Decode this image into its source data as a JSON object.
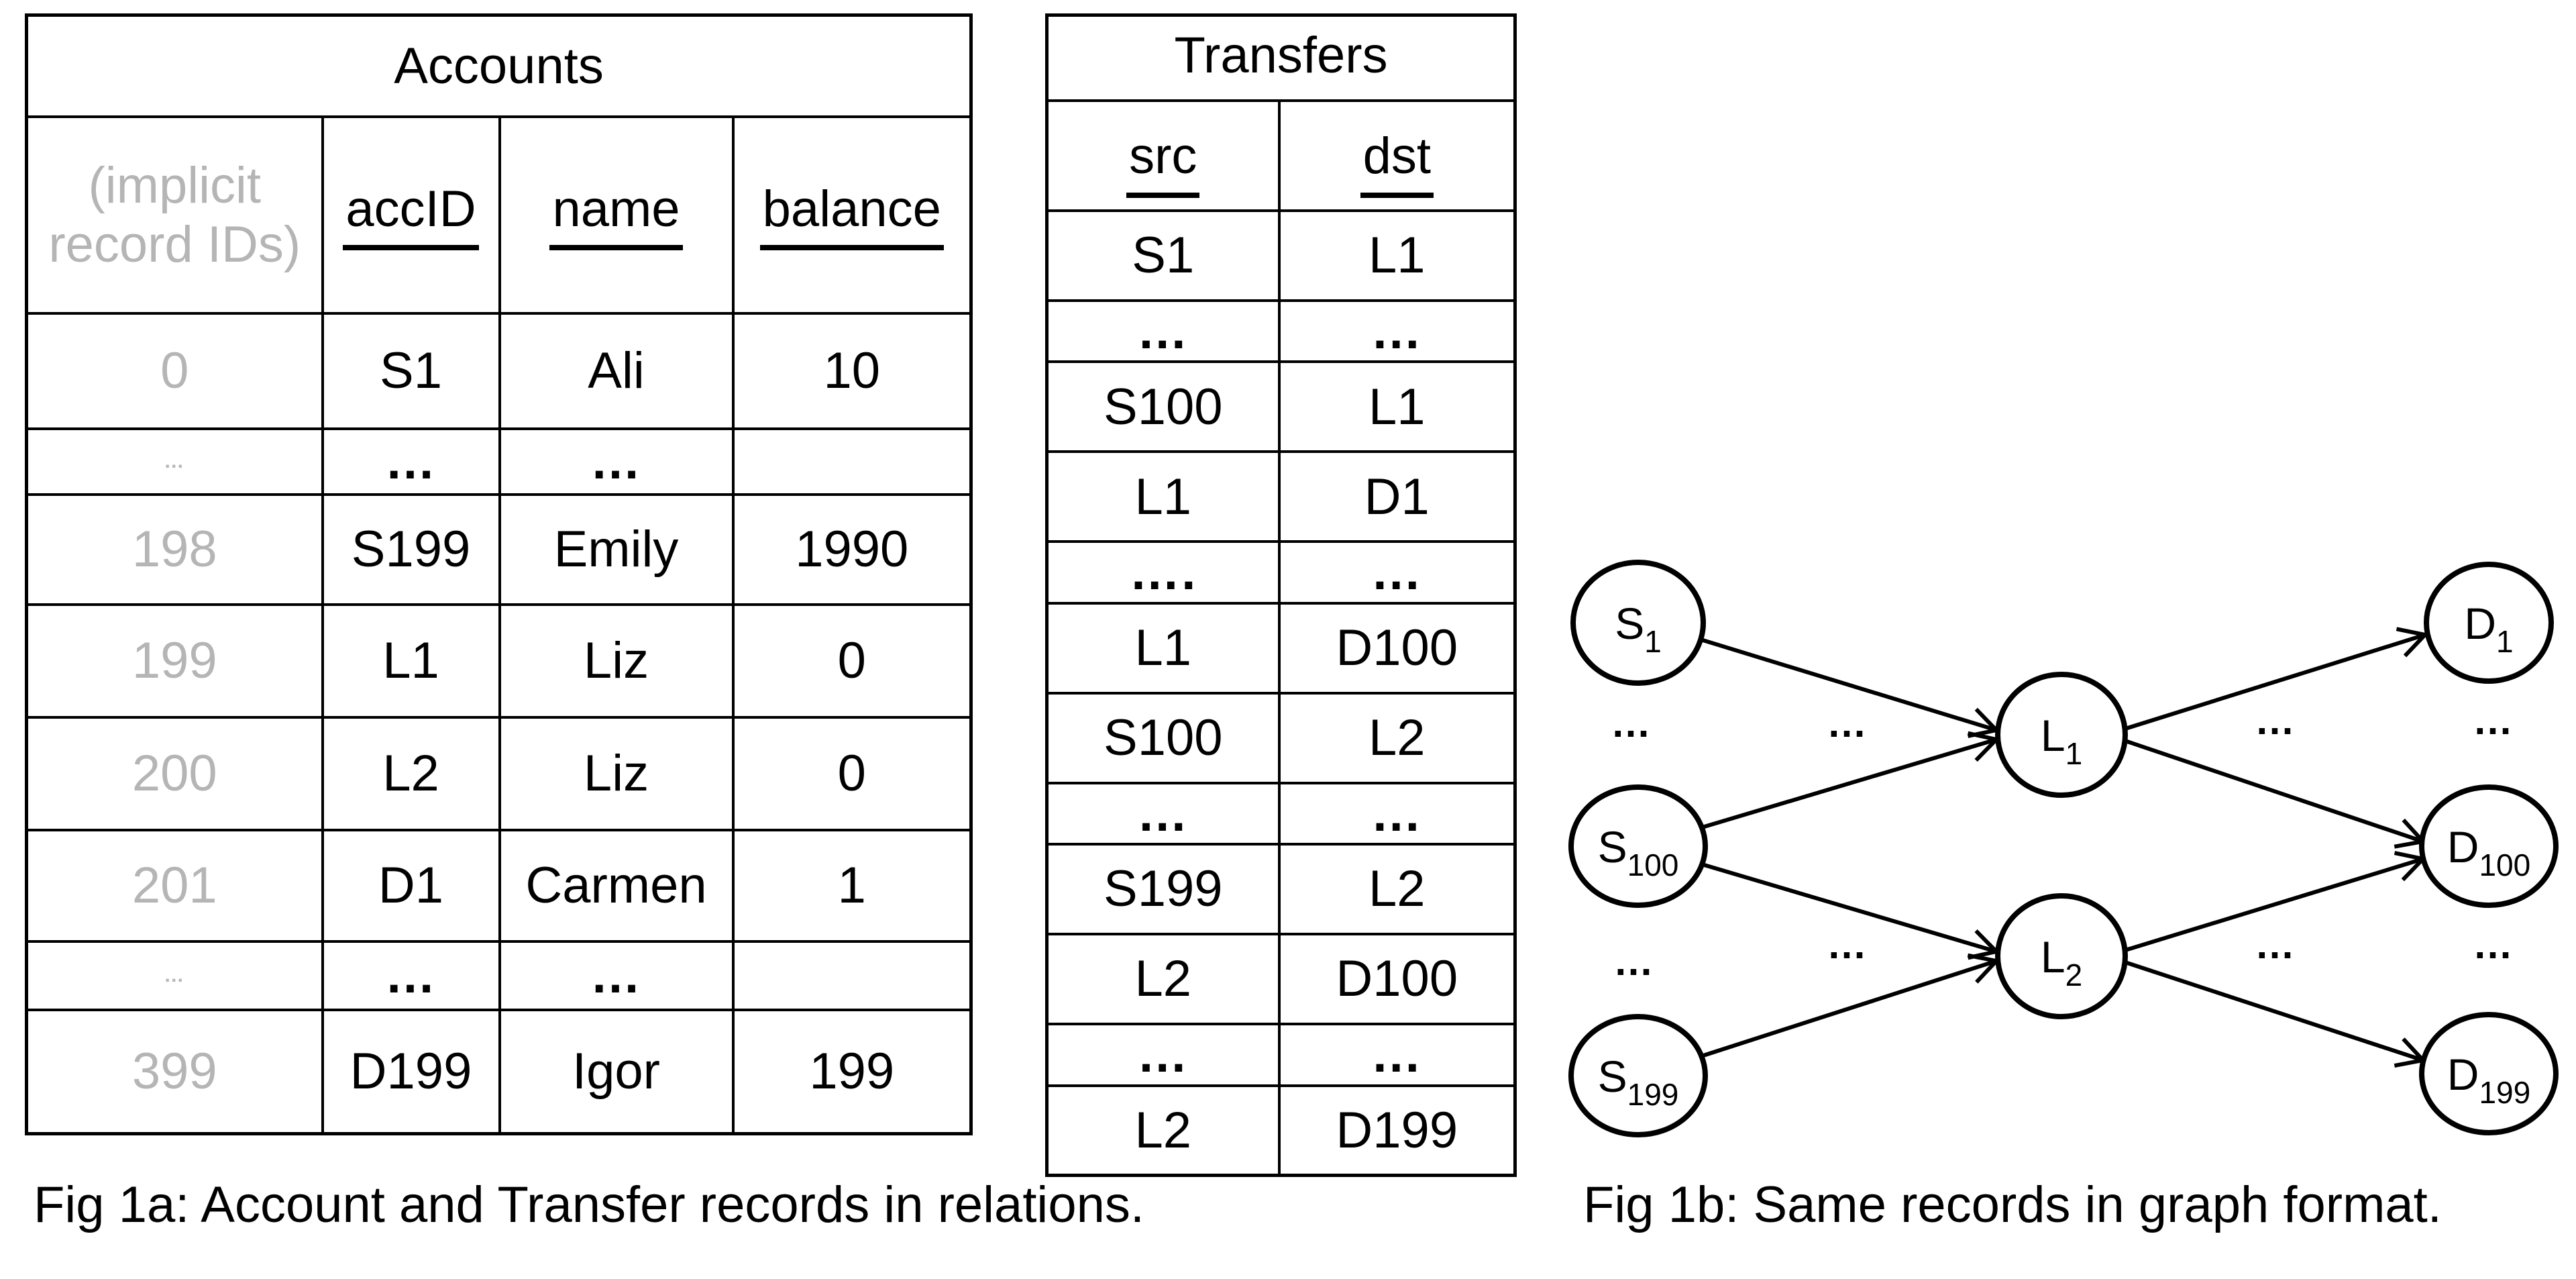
{
  "colors": {
    "black": "#000000",
    "gray_muted": "#b5b5b5",
    "background": "#ffffff"
  },
  "captions": {
    "fig1a": "Fig 1a: Account and Transfer records in relations.",
    "fig1b": "Fig 1b: Same records in graph format."
  },
  "accounts": {
    "title": "Accounts",
    "header": {
      "implicit_note": "(implicit record IDs)",
      "accID": "accID",
      "name": "name",
      "balance": "balance"
    },
    "rows": [
      {
        "rid": "0",
        "accID": "S1",
        "name": "Ali",
        "balance": "10",
        "kind": "data"
      },
      {
        "rid": "…",
        "accID": "…",
        "name": "…",
        "balance": "",
        "kind": "dots"
      },
      {
        "rid": "198",
        "accID": "S199",
        "name": "Emily",
        "balance": "1990",
        "kind": "data"
      },
      {
        "rid": "199",
        "accID": "L1",
        "name": "Liz",
        "balance": "0",
        "kind": "data"
      },
      {
        "rid": "200",
        "accID": "L2",
        "name": "Liz",
        "balance": "0",
        "kind": "data"
      },
      {
        "rid": "201",
        "accID": "D1",
        "name": "Carmen",
        "balance": "1",
        "kind": "data"
      },
      {
        "rid": "…",
        "accID": "…",
        "name": "…",
        "balance": "",
        "kind": "dots"
      },
      {
        "rid": "399",
        "accID": "D199",
        "name": "Igor",
        "balance": "199",
        "kind": "data"
      }
    ]
  },
  "transfers": {
    "title": "Transfers",
    "header": {
      "src": "src",
      "dst": "dst"
    },
    "rows": [
      {
        "src": "S1",
        "dst": "L1",
        "kind": "data"
      },
      {
        "src": "…",
        "dst": "…",
        "kind": "dots"
      },
      {
        "src": "S100",
        "dst": "L1",
        "kind": "data"
      },
      {
        "src": "L1",
        "dst": "D1",
        "kind": "data"
      },
      {
        "src": "….",
        "dst": "…",
        "kind": "dots"
      },
      {
        "src": "L1",
        "dst": "D100",
        "kind": "data"
      },
      {
        "src": "S100",
        "dst": "L2",
        "kind": "data"
      },
      {
        "src": "…",
        "dst": "…",
        "kind": "dots"
      },
      {
        "src": "S199",
        "dst": "L2",
        "kind": "data"
      },
      {
        "src": "L2",
        "dst": "D100",
        "kind": "data"
      },
      {
        "src": "…",
        "dst": "…",
        "kind": "dots"
      },
      {
        "src": "L2",
        "dst": "D199",
        "kind": "data"
      }
    ]
  },
  "graph": {
    "ellipsis": "…",
    "nodes": [
      {
        "id": "S1",
        "main": "S",
        "sub": "1"
      },
      {
        "id": "S100",
        "main": "S",
        "sub": "100"
      },
      {
        "id": "S199",
        "main": "S",
        "sub": "199"
      },
      {
        "id": "L1",
        "main": "L",
        "sub": "1"
      },
      {
        "id": "L2",
        "main": "L",
        "sub": "2"
      },
      {
        "id": "D1",
        "main": "D",
        "sub": "1"
      },
      {
        "id": "D100",
        "main": "D",
        "sub": "100"
      },
      {
        "id": "D199",
        "main": "D",
        "sub": "199"
      }
    ],
    "edges": [
      {
        "from": "S1",
        "to": "L1"
      },
      {
        "from": "S100",
        "to": "L1"
      },
      {
        "from": "S100",
        "to": "L2"
      },
      {
        "from": "S199",
        "to": "L2"
      },
      {
        "from": "L1",
        "to": "D1"
      },
      {
        "from": "L1",
        "to": "D100"
      },
      {
        "from": "L2",
        "to": "D100"
      },
      {
        "from": "L2",
        "to": "D199"
      }
    ]
  }
}
